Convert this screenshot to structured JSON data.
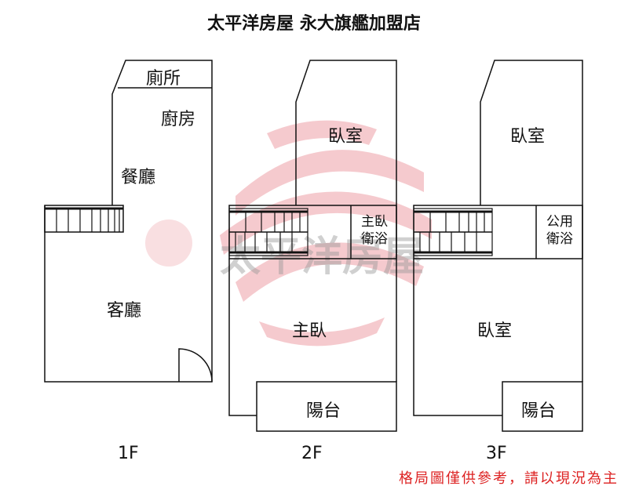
{
  "title": "太平洋房屋 永大旗艦加盟店",
  "watermark": {
    "text": "太平洋房屋",
    "color": "#e8707a"
  },
  "floors": [
    {
      "label": "1F",
      "rooms": [
        "廁所",
        "廚房",
        "餐廳",
        "客廳"
      ]
    },
    {
      "label": "2F",
      "rooms": [
        "臥室",
        "主臥",
        "主臥",
        "衛浴",
        "陽台"
      ]
    },
    {
      "label": "3F",
      "rooms": [
        "臥室",
        "公用",
        "衛浴",
        "臥室",
        "陽台"
      ]
    }
  ],
  "disclaimer": "格局圖僅供參考，請以現況為主"
}
